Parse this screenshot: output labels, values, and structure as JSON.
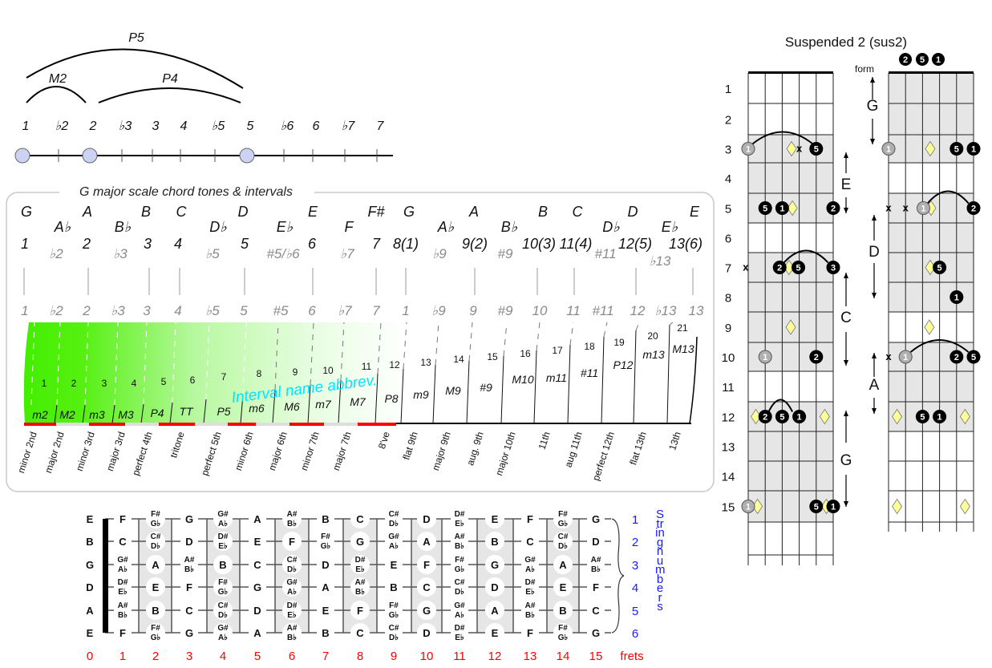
{
  "scale_line": {
    "degrees": [
      "1",
      "♭2",
      "2",
      "♭3",
      "3",
      "4",
      "♭5",
      "5",
      "♭6",
      "6",
      "♭7",
      "7"
    ],
    "highlighted_degrees": [
      "1",
      "2",
      "5"
    ],
    "arcs": [
      {
        "label": "P5"
      },
      {
        "label": "M2"
      },
      {
        "label": "P4"
      }
    ]
  },
  "chord_tones": {
    "title": "G major scale chord tones & intervals",
    "naturals": [
      "G",
      "A",
      "B",
      "C",
      "D",
      "E",
      "F#",
      "G",
      "A",
      "B",
      "C",
      "D",
      "E"
    ],
    "flats": [
      "A♭",
      "B♭",
      "D♭",
      "E♭",
      "F",
      "A♭",
      "B♭",
      "D♭",
      "E♭"
    ],
    "degrees": [
      "1",
      "2",
      "3",
      "4",
      "5",
      "6",
      "7",
      "8(1)",
      "9(2)",
      "10(3)",
      "11(4)",
      "12(5)",
      "13(6)"
    ],
    "altered": [
      "♭2",
      "♭3",
      "♭5",
      "#5/♭6",
      "♭7",
      "♭9",
      "#9",
      "#11",
      "♭13"
    ],
    "bottom_row": [
      "1",
      "♭2",
      "2",
      "♭3",
      "3",
      "4",
      "♭5",
      "5",
      "#5",
      "6",
      "♭7",
      "7",
      "1",
      "♭9",
      "9",
      "#9",
      "10",
      "11",
      "#11",
      "12",
      "♭13",
      "13"
    ],
    "abbrev_caption": "Interval name abbrev.",
    "intervals": [
      {
        "n": "1",
        "abbrev": "m2",
        "name": "minor 2nd"
      },
      {
        "n": "2",
        "abbrev": "M2",
        "name": "major 2nd"
      },
      {
        "n": "3",
        "abbrev": "m3",
        "name": "minor 3rd"
      },
      {
        "n": "4",
        "abbrev": "M3",
        "name": "major 3rd"
      },
      {
        "n": "5",
        "abbrev": "P4",
        "name": "perfect 4th"
      },
      {
        "n": "6",
        "abbrev": "TT",
        "name": "tritone"
      },
      {
        "n": "7",
        "abbrev": "P5",
        "name": "perfect 5th"
      },
      {
        "n": "8",
        "abbrev": "m6",
        "name": "minor 6th"
      },
      {
        "n": "9",
        "abbrev": "M6",
        "name": "major 6th"
      },
      {
        "n": "10",
        "abbrev": "m7",
        "name": "minor 7th"
      },
      {
        "n": "11",
        "abbrev": "M7",
        "name": "major 7th"
      },
      {
        "n": "12",
        "abbrev": "P8",
        "name": "8've"
      },
      {
        "n": "13",
        "abbrev": "m9",
        "name": "flat 9th"
      },
      {
        "n": "14",
        "abbrev": "M9",
        "name": "major 9th"
      },
      {
        "n": "15",
        "abbrev": "#9",
        "name": "aug. 9th"
      },
      {
        "n": "16",
        "abbrev": "M10",
        "name": "major 10th"
      },
      {
        "n": "17",
        "abbrev": "m11",
        "name": "11th"
      },
      {
        "n": "18",
        "abbrev": "#11",
        "name": "aug 11th"
      },
      {
        "n": "19",
        "abbrev": "P12",
        "name": "perfect 12th"
      },
      {
        "n": "20",
        "abbrev": "m13",
        "name": "flat 13th"
      },
      {
        "n": "21",
        "abbrev": "M13",
        "name": "13th"
      }
    ]
  },
  "fretboard": {
    "open_strings": [
      "E",
      "B",
      "G",
      "D",
      "A",
      "E"
    ],
    "rows": [
      {
        "notes": [
          "F",
          [
            "F#",
            "G♭"
          ],
          "G",
          [
            "G#",
            "A♭"
          ],
          "A",
          [
            "A#",
            "B♭"
          ],
          "B",
          "C",
          [
            "C#",
            "D♭"
          ],
          "D",
          [
            "D#",
            "E♭"
          ],
          "E",
          "F",
          [
            "F#",
            "G♭"
          ],
          "G"
        ]
      },
      {
        "notes": [
          "C",
          [
            "C#",
            "D♭"
          ],
          "D",
          [
            "D#",
            "E♭"
          ],
          "E",
          "F",
          [
            "F#",
            "G♭"
          ],
          "G",
          [
            "G#",
            "A♭"
          ],
          "A",
          [
            "A#",
            "B♭"
          ],
          "B",
          "C",
          [
            "C#",
            "D♭"
          ],
          "D"
        ]
      },
      {
        "notes": [
          [
            "G#",
            "A♭"
          ],
          "A",
          [
            "A#",
            "B♭"
          ],
          "B",
          "C",
          [
            "C#",
            "D♭"
          ],
          "D",
          [
            "D#",
            "E♭"
          ],
          "E",
          "F",
          [
            "F#",
            "G♭"
          ],
          "G",
          [
            "G#",
            "A♭"
          ],
          "A",
          [
            "A#",
            "B♭"
          ]
        ]
      },
      {
        "notes": [
          [
            "D#",
            "E♭"
          ],
          "E",
          "F",
          [
            "F#",
            "G♭"
          ],
          "G",
          [
            "G#",
            "A♭"
          ],
          "A",
          [
            "A#",
            "B♭"
          ],
          "B",
          "C",
          [
            "C#",
            "D♭"
          ],
          "D",
          [
            "D#",
            "E♭"
          ],
          "E",
          "F"
        ]
      },
      {
        "notes": [
          [
            "A#",
            "B♭"
          ],
          "B",
          "C",
          [
            "C#",
            "D♭"
          ],
          "D",
          [
            "D#",
            "E♭"
          ],
          "E",
          "F",
          [
            "F#",
            "G♭"
          ],
          "G",
          [
            "G#",
            "A♭"
          ],
          "A",
          [
            "A#",
            "B♭"
          ],
          "B",
          "C"
        ]
      },
      {
        "notes": [
          "F",
          [
            "F#",
            "G♭"
          ],
          "G",
          [
            "G#",
            "A♭"
          ],
          "A",
          [
            "A#",
            "B♭"
          ],
          "B",
          "C",
          [
            "C#",
            "D♭"
          ],
          "D",
          [
            "D#",
            "E♭"
          ],
          "E",
          "F",
          [
            "F#",
            "G♭"
          ],
          "G"
        ]
      }
    ],
    "string_numbers": [
      "1",
      "2",
      "3",
      "4",
      "5",
      "6"
    ],
    "string_numbers_label": "String numbers",
    "fret_numbers": [
      "0",
      "1",
      "2",
      "3",
      "4",
      "5",
      "6",
      "7",
      "8",
      "9",
      "10",
      "11",
      "12",
      "13",
      "14",
      "15"
    ],
    "frets_label": "frets",
    "colors": {
      "fret_numbers": "#ff0000",
      "string_numbers": "#1a1aff",
      "shade": "#e6e6e6"
    }
  },
  "chord_diagrams": {
    "title": "Suspended 2 (sus2)",
    "header_dots": [
      "2",
      "5",
      "1"
    ],
    "form_label": "form",
    "forms": [
      "G",
      "E",
      "D",
      "C",
      "A",
      "G"
    ],
    "fret_numbers": [
      "1",
      "2",
      "3",
      "4",
      "5",
      "6",
      "7",
      "8",
      "9",
      "10",
      "11",
      "12",
      "13",
      "14",
      "15"
    ],
    "grids": [
      {
        "shaded": [
          [
            3,
            5
          ],
          [
            7,
            10
          ],
          [
            12,
            15
          ]
        ],
        "marks": [
          {
            "fret": 3,
            "string": 0,
            "type": "root",
            "label": "1"
          },
          {
            "fret": 3,
            "string": 2.55,
            "type": "diamond"
          },
          {
            "fret": 3,
            "string": 3,
            "type": "muted",
            "label": "x"
          },
          {
            "fret": 3,
            "string": 4,
            "type": "tone",
            "label": "5"
          },
          {
            "fret": 5,
            "string": 1,
            "type": "tone",
            "label": "5"
          },
          {
            "fret": 5,
            "string": 2.6,
            "type": "diamond"
          },
          {
            "fret": 5,
            "string": 2,
            "type": "tone",
            "label": "1"
          },
          {
            "fret": 5,
            "string": 5,
            "type": "tone",
            "label": "2"
          },
          {
            "fret": 7,
            "string": -0.15,
            "type": "muted",
            "label": "x"
          },
          {
            "fret": 7,
            "string": 2.4,
            "type": "diamond"
          },
          {
            "fret": 7,
            "string": 1.85,
            "type": "tone",
            "label": "2"
          },
          {
            "fret": 7,
            "string": 2.95,
            "type": "tone",
            "label": "5"
          },
          {
            "fret": 7,
            "string": 5,
            "type": "tone",
            "label": "3"
          },
          {
            "fret": 9,
            "string": 2.5,
            "type": "diamond"
          },
          {
            "fret": 10,
            "string": 1,
            "type": "root",
            "label": "1"
          },
          {
            "fret": 10,
            "string": 4,
            "type": "tone",
            "label": "2"
          },
          {
            "fret": 12,
            "string": 0.45,
            "type": "diamond"
          },
          {
            "fret": 12,
            "string": 1,
            "type": "tone",
            "label": "2"
          },
          {
            "fret": 12,
            "string": 2,
            "type": "tone",
            "label": "5"
          },
          {
            "fret": 12,
            "string": 3,
            "type": "tone",
            "label": "1"
          },
          {
            "fret": 12,
            "string": 4.5,
            "type": "diamond"
          },
          {
            "fret": 15,
            "string": 0.55,
            "type": "diamond"
          },
          {
            "fret": 15,
            "string": 0,
            "type": "root",
            "label": "1"
          },
          {
            "fret": 15,
            "string": 4.6,
            "type": "diamond"
          },
          {
            "fret": 15,
            "string": 4,
            "type": "tone",
            "label": "5"
          },
          {
            "fret": 15,
            "string": 5,
            "type": "tone",
            "label": "1"
          }
        ],
        "arcs": [
          {
            "fret": 3,
            "from": 0.25,
            "to": 3.8
          },
          {
            "fret": 7,
            "from": 2.1,
            "to": 4.7
          },
          {
            "fret": 12,
            "from": 1.2,
            "to": 2.6
          }
        ]
      },
      {
        "shaded": [
          [
            1,
            3
          ],
          [
            5,
            8
          ],
          [
            10,
            12
          ]
        ],
        "marks": [
          {
            "fret": 3,
            "string": 0,
            "type": "root",
            "label": "1"
          },
          {
            "fret": 3,
            "string": 2.45,
            "type": "diamond"
          },
          {
            "fret": 3,
            "string": 4,
            "type": "tone",
            "label": "5"
          },
          {
            "fret": 3,
            "string": 5,
            "type": "tone",
            "label": "1"
          },
          {
            "fret": 5,
            "string": 0,
            "type": "muted",
            "label": "x"
          },
          {
            "fret": 5,
            "string": 1,
            "type": "muted",
            "label": "x"
          },
          {
            "fret": 5,
            "string": 2.5,
            "type": "diamond"
          },
          {
            "fret": 5,
            "string": 2.05,
            "type": "root",
            "label": "1"
          },
          {
            "fret": 5,
            "string": 5,
            "type": "tone",
            "label": "2"
          },
          {
            "fret": 7,
            "string": 2.45,
            "type": "diamond"
          },
          {
            "fret": 7,
            "string": 3,
            "type": "tone",
            "label": "5"
          },
          {
            "fret": 8,
            "string": 4,
            "type": "tone",
            "label": "1"
          },
          {
            "fret": 9,
            "string": 2.4,
            "type": "diamond"
          },
          {
            "fret": 10,
            "string": 0,
            "type": "muted",
            "label": "x"
          },
          {
            "fret": 10,
            "string": 1,
            "type": "root",
            "label": "1"
          },
          {
            "fret": 10,
            "string": 4,
            "type": "tone",
            "label": "2"
          },
          {
            "fret": 10,
            "string": 5,
            "type": "tone",
            "label": "5"
          },
          {
            "fret": 12,
            "string": 0.5,
            "type": "diamond"
          },
          {
            "fret": 12,
            "string": 2,
            "type": "tone",
            "label": "5"
          },
          {
            "fret": 12,
            "string": 3,
            "type": "tone",
            "label": "1"
          },
          {
            "fret": 12,
            "string": 4.5,
            "type": "diamond"
          },
          {
            "fret": 15,
            "string": 0.5,
            "type": "diamond"
          },
          {
            "fret": 15,
            "string": 4.5,
            "type": "diamond"
          }
        ],
        "arcs": [
          {
            "fret": 5,
            "from": 2.3,
            "to": 4.7
          },
          {
            "fret": 10,
            "from": 1.3,
            "to": 4.7
          }
        ]
      }
    ],
    "colors": {
      "root": "#b0b0b0",
      "tone": "#000000",
      "diamond": "#ffff99",
      "shade": "#e6e6e6"
    }
  },
  "colors": {
    "gradient_start": "#44ee00",
    "interval_red": "#ff0000",
    "caption": "#00e5ff",
    "scale_dot": "#ccd3f2"
  }
}
